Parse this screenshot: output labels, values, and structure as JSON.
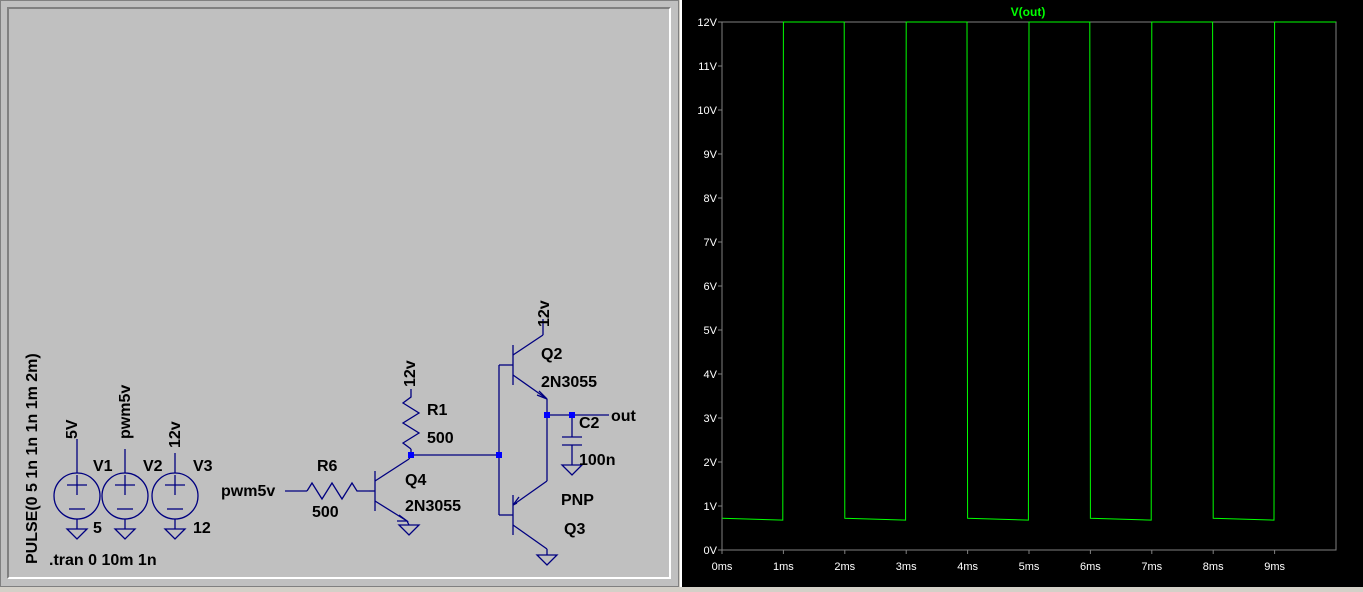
{
  "schematic": {
    "pulse_spec": "PULSE(0 5 1n 1n 1n 1m 2m)",
    "tran_directive": ".tran 0 10m 1n",
    "sources": [
      {
        "ref": "V1",
        "value": "5",
        "net": "5V"
      },
      {
        "ref": "V2",
        "value": "",
        "net": "pwm5v"
      },
      {
        "ref": "V3",
        "value": "12",
        "net": "12v"
      }
    ],
    "r6": {
      "ref": "R6",
      "value": "500"
    },
    "r1": {
      "ref": "R1",
      "value": "500"
    },
    "q4": {
      "ref": "Q4",
      "model": "2N3055"
    },
    "q2": {
      "ref": "Q2",
      "model": "2N3055"
    },
    "q3": {
      "ref": "Q3",
      "model": "PNP"
    },
    "c2": {
      "ref": "C2",
      "value": "100n"
    },
    "input_net": "pwm5v",
    "supply_net_r1": "12v",
    "supply_net_q2": "12v",
    "out_net": "out"
  },
  "colors": {
    "wire": "#000080",
    "component": "#000080",
    "trace": "#00ff00",
    "grid": "#404040",
    "plot_bg": "#000000"
  },
  "chart_data": {
    "type": "line",
    "title": "V(out)",
    "xlabel": "",
    "ylabel": "",
    "x_ticks": [
      "0ms",
      "1ms",
      "2ms",
      "3ms",
      "4ms",
      "5ms",
      "6ms",
      "7ms",
      "8ms",
      "9ms"
    ],
    "y_ticks": [
      "0V",
      "1V",
      "2V",
      "3V",
      "4V",
      "5V",
      "6V",
      "7V",
      "8V",
      "9V",
      "10V",
      "11V",
      "12V"
    ],
    "xlim": [
      0,
      10
    ],
    "ylim": [
      0,
      12
    ],
    "grid": false,
    "series": [
      {
        "name": "V(out)",
        "x": [
          0,
          0.99,
          1.0,
          1.99,
          2.0,
          2.99,
          3.0,
          3.99,
          4.0,
          4.99,
          5.0,
          5.99,
          6.0,
          6.99,
          7.0,
          7.99,
          8.0,
          8.99,
          9.0,
          10.0
        ],
        "y": [
          0.72,
          0.68,
          12.0,
          12.0,
          0.72,
          0.68,
          12.0,
          12.0,
          0.72,
          0.68,
          12.0,
          12.0,
          0.72,
          0.68,
          12.0,
          12.0,
          0.72,
          0.68,
          12.0,
          12.0
        ]
      }
    ]
  }
}
